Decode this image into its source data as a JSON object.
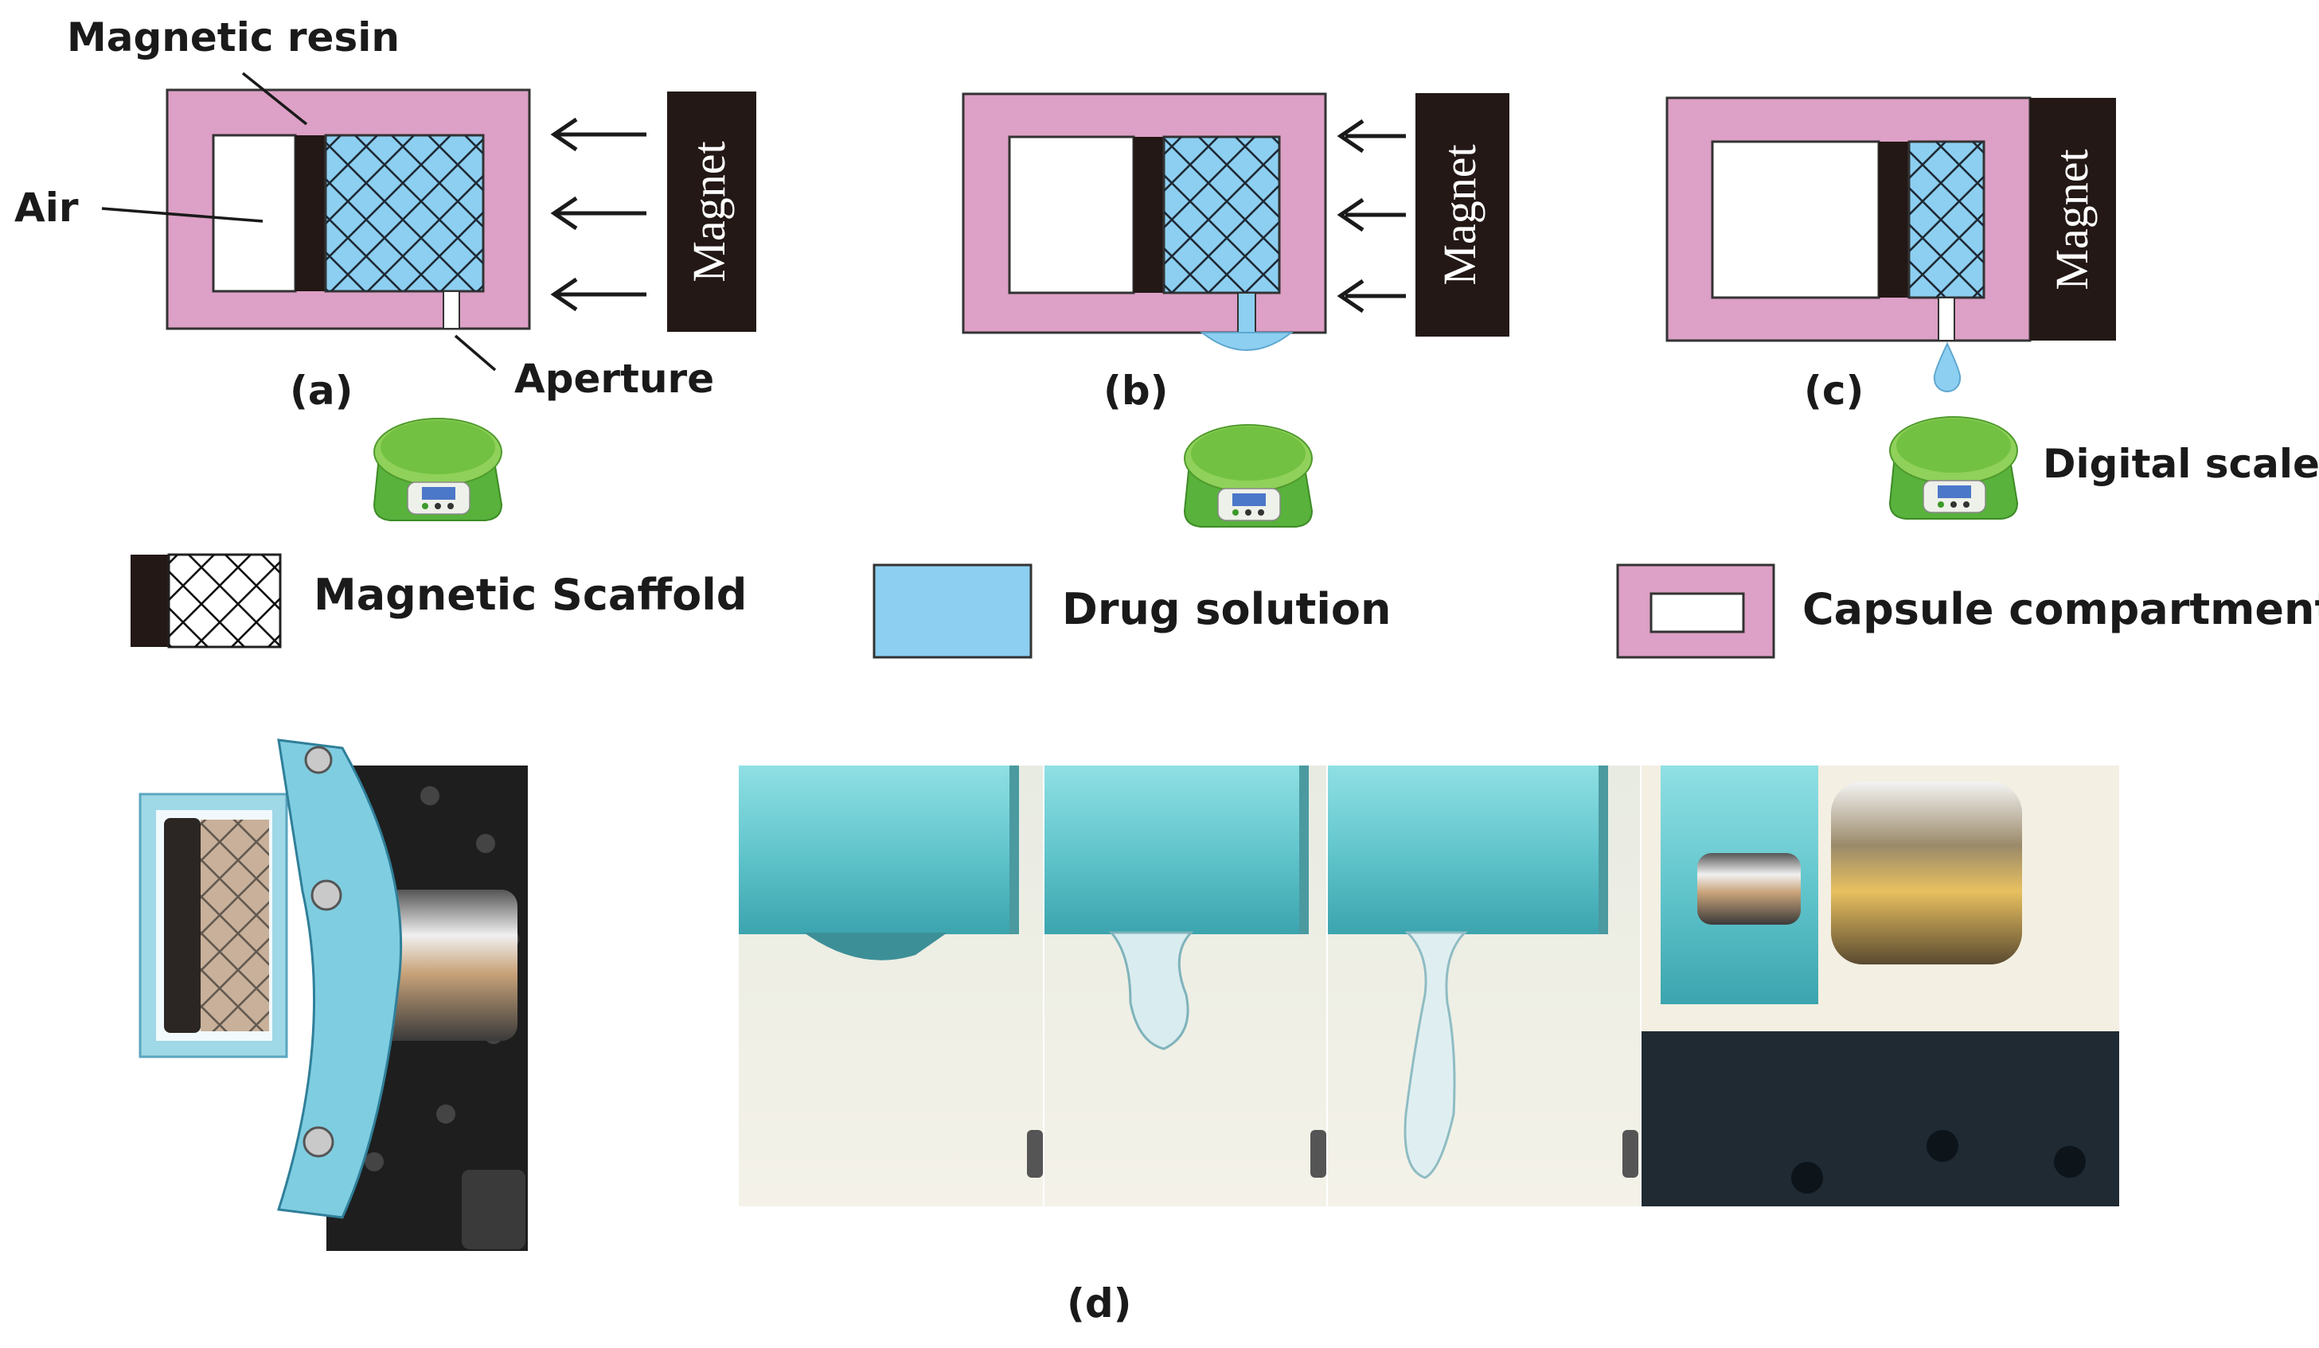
{
  "labels": {
    "magnetic_resin": "Magnetic resin",
    "air": "Air",
    "aperture": "Aperture",
    "magnet": "Magnet",
    "digital_scale": "Digital scale",
    "panel_a": "(a)",
    "panel_b": "(b)",
    "panel_c": "(c)",
    "panel_d": "(d)"
  },
  "legend": {
    "scaffold": "Magnetic Scaffold",
    "drug": "Drug solution",
    "capsule": "Capsule compartment"
  },
  "colors": {
    "capsule_pink": "#dda0c6",
    "drug_blue": "#8dcff1",
    "resin_dark": "#231815",
    "outline": "#333333",
    "scale_green": "#6cc04a"
  }
}
